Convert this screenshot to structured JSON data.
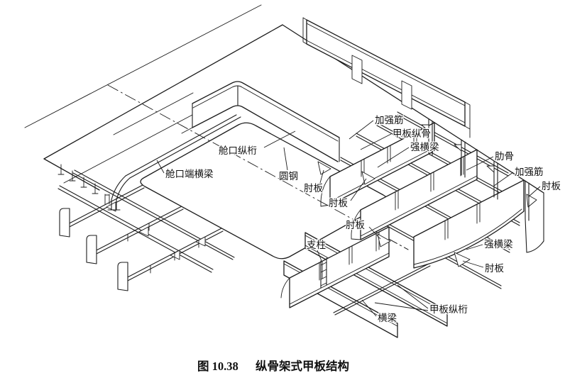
{
  "figure": {
    "caption_number": "图 10.38",
    "caption_title": "纵骨架式甲板结构"
  },
  "labels": {
    "stiffener_top": "加强筋",
    "deck_longitudinal": "甲板纵骨",
    "strong_beam_top": "强横梁",
    "frame_rib": "肋骨",
    "stiffener_right": "加强筋",
    "bracket_right": "肘板",
    "hatch_side_girder": "舱口纵桁",
    "hatch_end_beam": "舱口端横梁",
    "round_bar": "圆钢",
    "bracket_1": "肘板",
    "bracket_2": "肘板",
    "bracket_3": "肘板",
    "pillar": "支柱",
    "strong_beam_bottom": "强横梁",
    "bracket_bottom": "肘板",
    "deck_girder": "甲板纵桁",
    "beam": "横梁"
  },
  "colors": {
    "ink": "#1c1c1c",
    "paper": "#ffffff"
  }
}
